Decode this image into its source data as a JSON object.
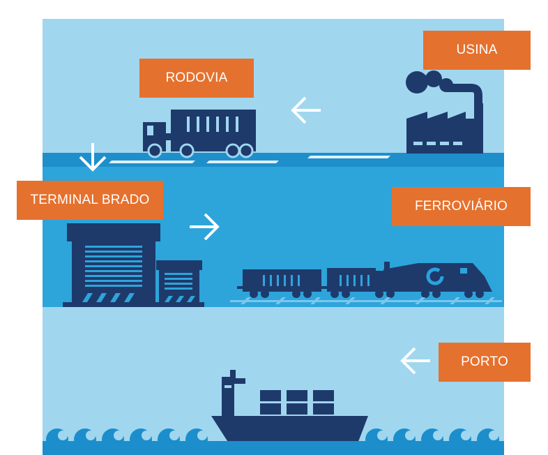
{
  "colors": {
    "sky": "#A1D6EF",
    "band_light": "#2B9FD7",
    "band_mid": "#31A7DC",
    "navy": "#1E3A6B",
    "accent_blue": "#2AA2DE",
    "label_orange": "#E5712E",
    "arrow_white": "#FFFFFF"
  },
  "labels": {
    "usina": "USINA",
    "rodovia": "RODOVIA",
    "terminal": "TERMINAL BRADO",
    "ferroviario": "FERROVIÁRIO",
    "porto": "PORTO"
  },
  "icons": [
    "factory-icon",
    "truck-icon",
    "warehouse-icon",
    "train-icon",
    "ship-icon",
    "arrow-left-icon",
    "arrow-down-icon",
    "arrow-right-icon",
    "waves-icon"
  ]
}
